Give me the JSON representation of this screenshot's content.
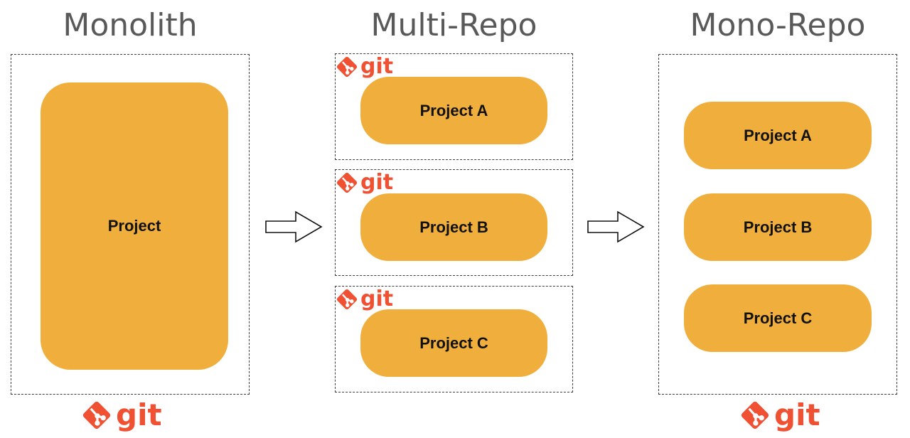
{
  "columns": [
    {
      "title": "Monolith",
      "projects": [
        "Project"
      ],
      "git_label": "git"
    },
    {
      "title": "Multi-Repo",
      "projects": [
        "Project A",
        "Project B",
        "Project C"
      ],
      "git_labels": [
        "git",
        "git",
        "git"
      ]
    },
    {
      "title": "Mono-Repo",
      "projects": [
        "Project A",
        "Project B",
        "Project C"
      ],
      "git_label": "git"
    }
  ],
  "colors": {
    "project_fill": "#f0ae3c",
    "git_orange": "#f05133",
    "title_gray": "#595959",
    "border": "#3c3c3c"
  },
  "icons": [
    "git-logo-icon",
    "right-arrow-icon"
  ]
}
